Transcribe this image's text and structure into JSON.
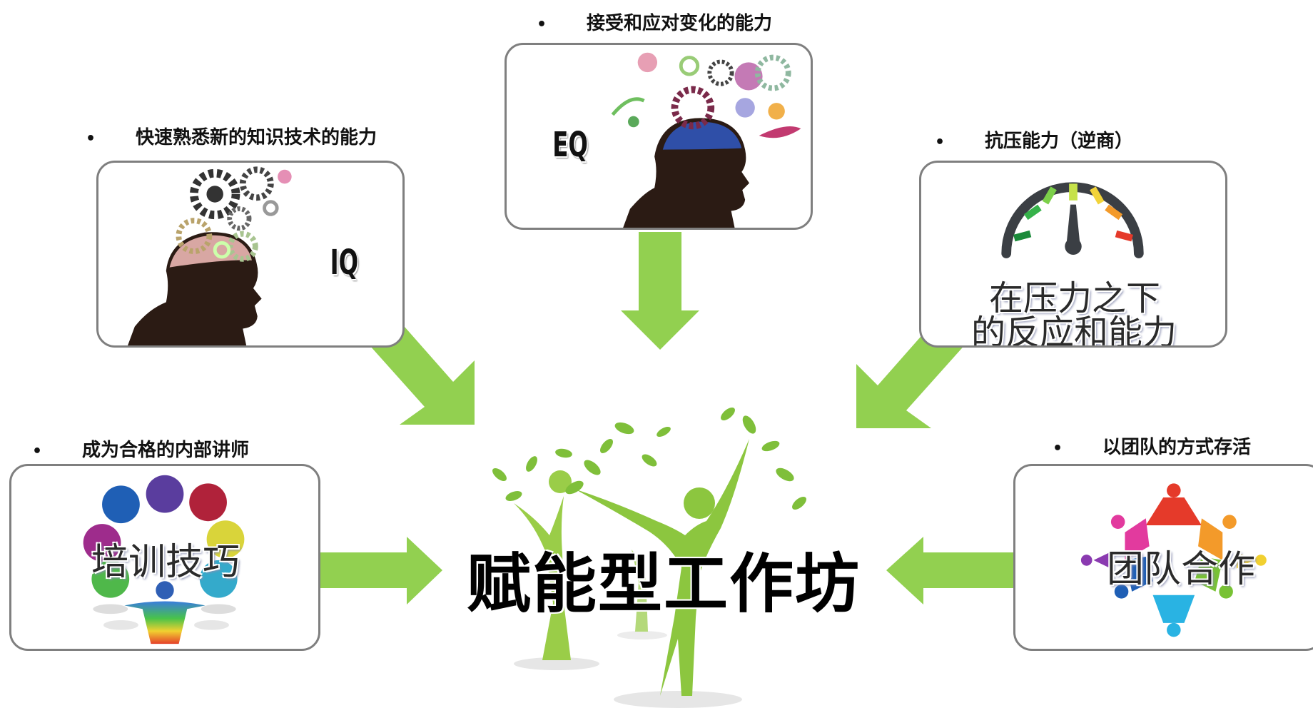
{
  "center": {
    "title": "赋能型工作坊"
  },
  "cards": {
    "iq": {
      "bullet": "快速熟悉新的知识技术的能力",
      "label": "IQ"
    },
    "eq": {
      "bullet": "接受和应对变化的能力",
      "label": "EQ"
    },
    "pressure": {
      "bullet": "抗压能力（逆商）",
      "line1": "在压力之下",
      "line2": "的反应和能力"
    },
    "trainer": {
      "bullet": "成为合格的内部讲师",
      "label": "培训技巧"
    },
    "team": {
      "bullet": "以团队的方式存活",
      "label": "团队合作"
    }
  },
  "colors": {
    "arrow": "#92d050",
    "border": "#7f7f7f",
    "tree": "#8cc63f"
  }
}
